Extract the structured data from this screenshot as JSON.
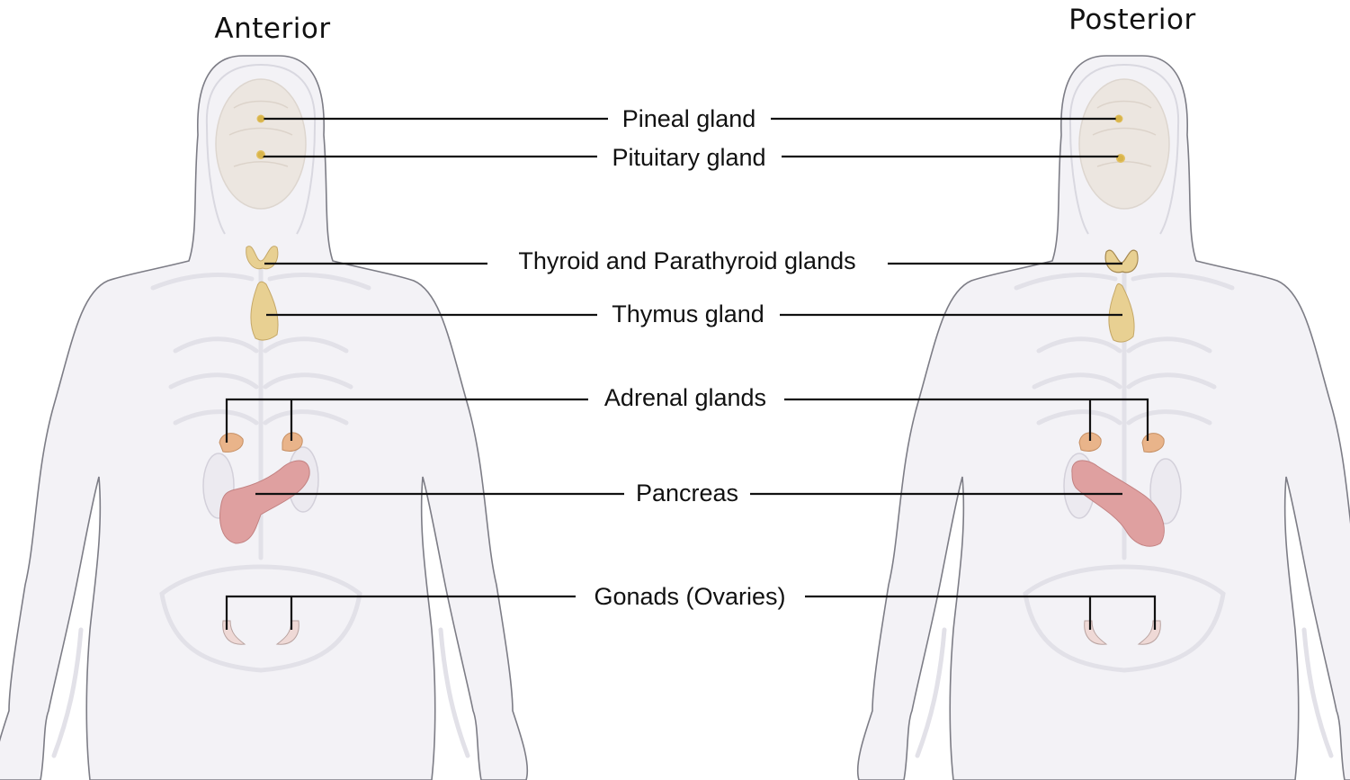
{
  "views": {
    "anterior": "Anterior",
    "posterior": "Posterior"
  },
  "labels": {
    "pineal": "Pineal gland",
    "pituitary": "Pituitary gland",
    "thyroid": "Thyroid and Parathyroid glands",
    "thymus": "Thymus gland",
    "adrenal": "Adrenal glands",
    "pancreas": "Pancreas",
    "gonads": "Gonads (Ovaries)"
  },
  "colors": {
    "body": "#f3f2f6",
    "outline": "#7d7d86",
    "gland_yellow": "#e8d092",
    "adrenal": "#e9b48a",
    "pancreas": "#dfa0a0",
    "kidney": "#eceaf0",
    "ovary": "#efd9d6",
    "leader_line": "#111111"
  }
}
